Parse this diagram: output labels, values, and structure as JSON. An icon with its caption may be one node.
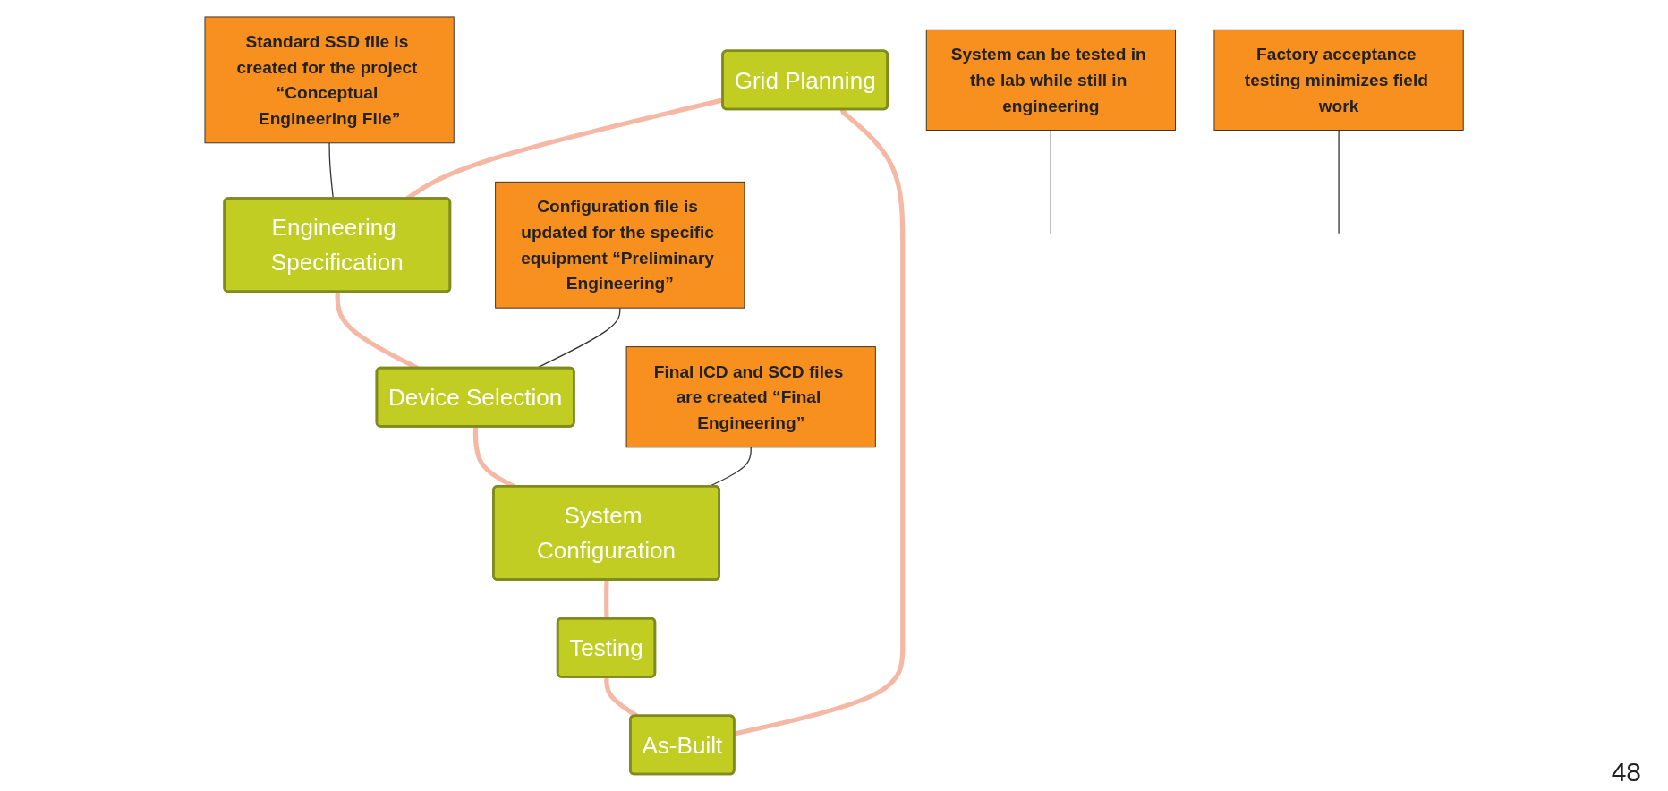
{
  "diagram": {
    "nodes": [
      {
        "text": [
          "Grid Planning"
        ]
      },
      {
        "text": [
          "Engineering Specification"
        ]
      },
      {
        "text": [
          "Device Selection"
        ]
      },
      {
        "text": [
          "System Configuration"
        ]
      },
      {
        "text": [
          "Testing"
        ]
      },
      {
        "text": [
          "As-Built"
        ]
      },
      {
        "text": [
          "Standard SSD file is created for the project “Conceptual Engineering File”"
        ]
      },
      {
        "text": [
          "Configuration file is updated for the specific equipment “Preliminary Engineering”"
        ]
      },
      {
        "text": [
          "Final ICD and SCD files are created “Final Engineering”"
        ]
      },
      {
        "text": [
          "System can be tested in the lab while still in engineering"
        ]
      },
      {
        "text": [
          "Factory acceptance testing minimizes field work"
        ]
      }
    ],
    "edges": [
      {
        "from": 0,
        "to": 1,
        "arrow": "none"
      },
      {
        "from": 1,
        "to": 2,
        "arrow": "none"
      },
      {
        "from": 2,
        "to": 3,
        "arrow": "none"
      },
      {
        "from": 3,
        "to": 4,
        "arrow": "none"
      },
      {
        "from": 4,
        "to": 5,
        "arrow": "none"
      },
      {
        "from": 5,
        "to": 0,
        "arrow": "to"
      },
      {
        "from": 6,
        "to": 1,
        "arrow": "none",
        "color": "#333333"
      },
      {
        "from": 7,
        "to": 2,
        "arrow": "none",
        "color": "#333333"
      },
      {
        "from": 8,
        "to": 3,
        "arrow": "none",
        "color": "#333333"
      },
      {
        "from": 9,
        "to": null,
        "arrow": "none",
        "color": "#333333"
      },
      {
        "from": 10,
        "to": null,
        "arrow": "none",
        "color": "#333333"
      }
    ],
    "labels": [
      "48"
    ]
  }
}
